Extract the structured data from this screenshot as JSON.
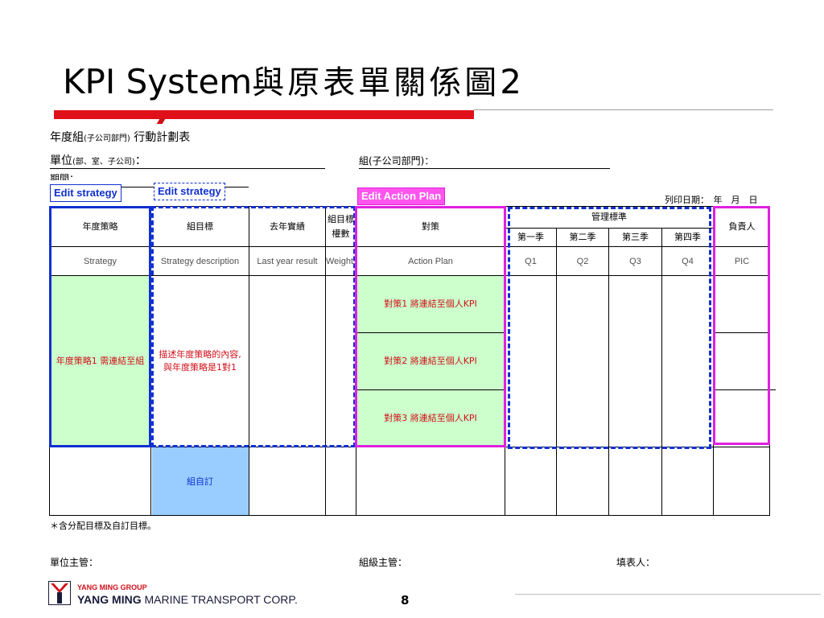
{
  "slide": {
    "title_latin": "KPI System",
    "title_cjk": "與原表單關係圖",
    "title_num": "2",
    "page_number": "8"
  },
  "form": {
    "line1_main": "年度組",
    "line1_small": "(子公司部門)",
    "line1_rest": "行動計劃表",
    "unit_label": "單位",
    "unit_small": "(部、室、子公司)",
    "unit_colon": "：",
    "group_label": "組(子公司部門)：",
    "period_label": "期間：",
    "print_date": "列印日期：　年　月　日"
  },
  "tags": {
    "edit_strategy_1": "Edit strategy",
    "edit_strategy_2": "Edit strategy",
    "edit_action_plan": "Edit Action Plan"
  },
  "table": {
    "headers": {
      "strategy": "年度策略",
      "group_target": "組目標",
      "last_year": "去年實績",
      "weight_1": "組目標",
      "weight_2": "權數",
      "action": "對策",
      "mgmt": "管理標準",
      "q1": "第一季",
      "q2": "第二季",
      "q3": "第三季",
      "q4": "第四季",
      "pic": "負責人"
    },
    "subheaders": {
      "strategy": "Strategy",
      "strategy_desc": "Strategy description",
      "last_year": "Last year result",
      "weight": "Weight",
      "action": "Action Plan",
      "q1": "Q1",
      "q2": "Q2",
      "q3": "Q3",
      "q4": "Q4",
      "pic": "PIC"
    },
    "body": {
      "strategy_cell": "年度策略1 需連結至組",
      "desc_line1": "描述年度策略的內容,",
      "desc_line2": "與年度策略是1對1",
      "action_1": "對策1 將連結至個人KPI",
      "action_2": "對策2 將連結至個人KPI",
      "action_3": "對策3 將連結至個人KPI",
      "self_set": "組自訂"
    }
  },
  "footnote": "＊含分配目標及自訂目標。",
  "signatures": {
    "unit_head": "單位主管：",
    "group_head": "組級主管：",
    "filler": "填表人："
  },
  "brand": {
    "group": "YANG MING GROUP",
    "company_bold": "YANG MING",
    "company_rest": " MARINE TRANSPORT CORP."
  },
  "colors": {
    "title_rule": "#e0101a",
    "blue_frame": "#1030d0",
    "magenta_frame": "#e020e0",
    "green_fill": "#ccffcc",
    "blue_fill": "#99ccff",
    "red_text": "#d0101a"
  }
}
